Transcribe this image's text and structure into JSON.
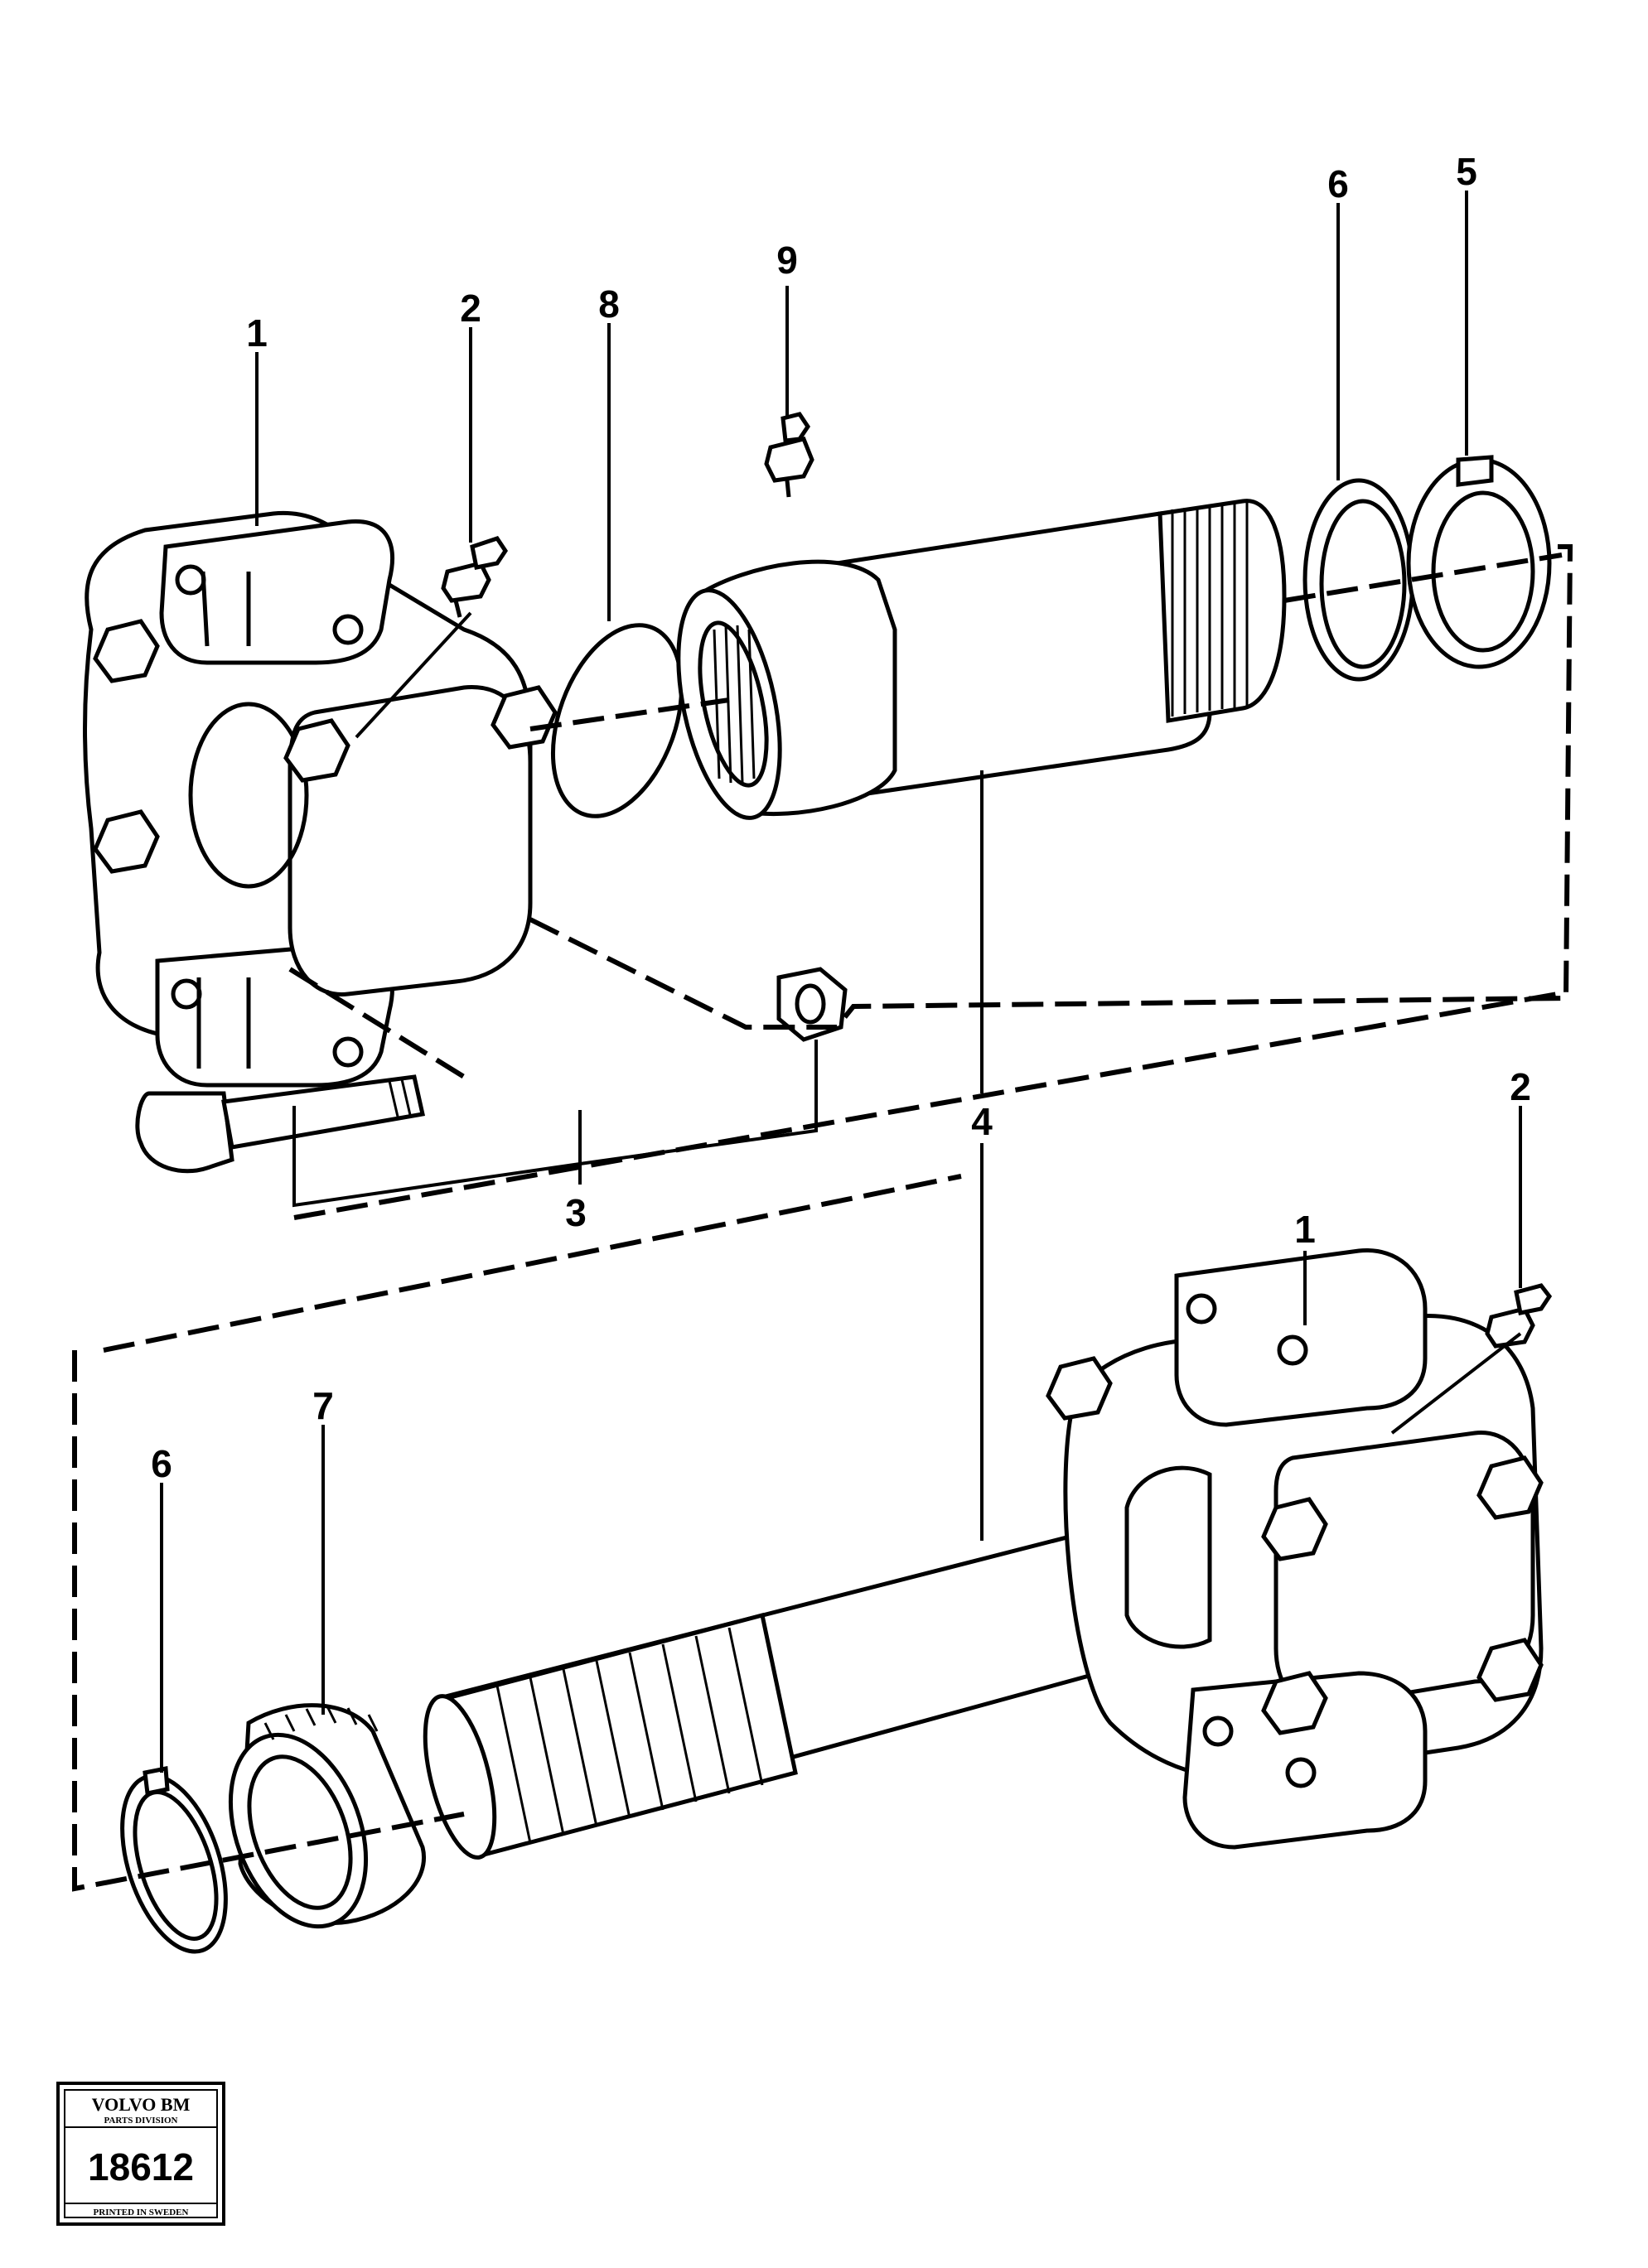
{
  "callouts": {
    "c1_top": "1",
    "c2_top": "2",
    "c3": "3",
    "c4": "4",
    "c5": "5",
    "c6_top": "6",
    "c7": "7",
    "c8": "8",
    "c9": "9",
    "c1_bottom": "1",
    "c2_bottom": "2",
    "c6_bottom": "6"
  },
  "stamp": {
    "brand": "VOLVO BM",
    "division": "PARTS DIVISION",
    "number": "18612",
    "footer": "PRINTED IN SWEDEN"
  }
}
